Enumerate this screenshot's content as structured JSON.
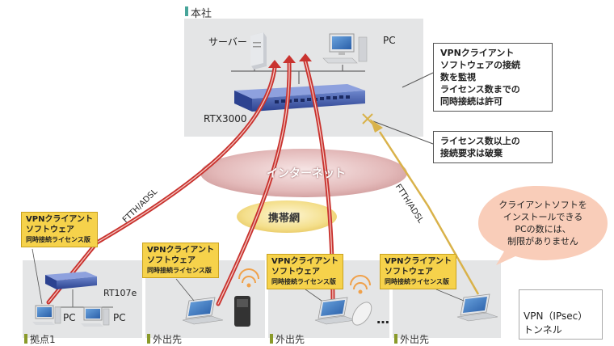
{
  "headquarters": {
    "label": "本社",
    "server_label": "サーバー",
    "pc_label": "PC",
    "router_label": "RTX3000"
  },
  "callouts": {
    "monitor": [
      "VPNクライアント",
      "ソフトウェアの接続",
      "数を監視",
      "ライセンス数までの",
      "同時接続は許可"
    ],
    "reject": [
      "ライセンス数以上の",
      "接続要求は破棄"
    ]
  },
  "speech_bubble": [
    "クライアントソフトを",
    "インストールできる",
    "PCの数には、",
    "制限がありません"
  ],
  "clouds": {
    "internet": "インターネット",
    "mobile": "携帯網"
  },
  "links": {
    "left": "FTTH/ADSL",
    "right": "FTTH/ADSL"
  },
  "software_label": {
    "line1": "VPNクライアント",
    "line2": "ソフトウェア",
    "line3": "同時接続ライセンス版"
  },
  "branch": {
    "label": "拠点1",
    "router_label": "RT107e",
    "pc1_label": "PC",
    "pc2_label": "PC"
  },
  "remote_sites": [
    {
      "label": "外出先"
    },
    {
      "label": "外出先"
    },
    {
      "label": "外出先"
    }
  ],
  "ellipsis": "…",
  "legend": {
    "line1": "VPN（IPsec）",
    "line2": "トンネル"
  },
  "colors": {
    "tunnel": "#c9332f",
    "rejected_line": "#d9b24a",
    "hq_accent": "#47a59a",
    "site_accent": "#8a9a2a",
    "label_fill": "#f6d24b",
    "router": "#3a55a8",
    "internet_cloud": "#e7c2c2",
    "mobile_cloud": "#f5e49c",
    "bubble": "#f9cdb9"
  }
}
